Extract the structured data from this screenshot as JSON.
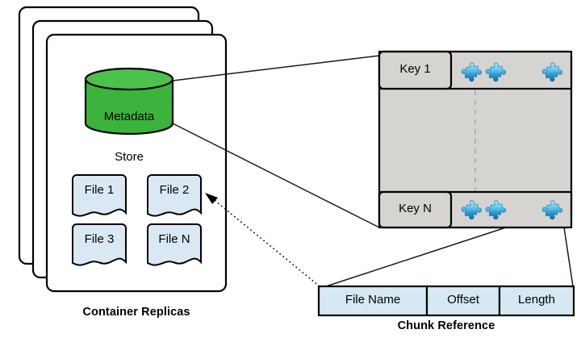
{
  "diagram": {
    "title_not_shown": "",
    "colors": {
      "cylinder_fill": "#3cb33c",
      "cylinder_top_fill": "#4cc14c",
      "file_fill": "#dae8f4",
      "table_fill": "#d5d4d0",
      "row_fill": "#d5d4d0",
      "chunk_fill": "#d6e8f3",
      "stroke": "#000000",
      "divider": "#b3b3b3",
      "puzzle_light": "#8ed8f8",
      "puzzle_dark": "#1a6ea8"
    }
  },
  "container_replicas": {
    "caption": "Container Replicas",
    "metadata_store": {
      "line1": "Metadata",
      "line2": "Store"
    },
    "files": [
      {
        "label": "File 1"
      },
      {
        "label": "File 2"
      },
      {
        "label": "File 3"
      },
      {
        "label": "File N"
      }
    ]
  },
  "key_table": {
    "rows": [
      {
        "key": "Key 1",
        "chunk_count": 3
      },
      {
        "key": "Key N",
        "chunk_count": 3
      }
    ],
    "ellipsis_divider": "dashed-vertical"
  },
  "chunk_reference": {
    "caption": "Chunk Reference",
    "fields": [
      {
        "label": "File Name"
      },
      {
        "label": "Offset"
      },
      {
        "label": "Length"
      }
    ]
  }
}
